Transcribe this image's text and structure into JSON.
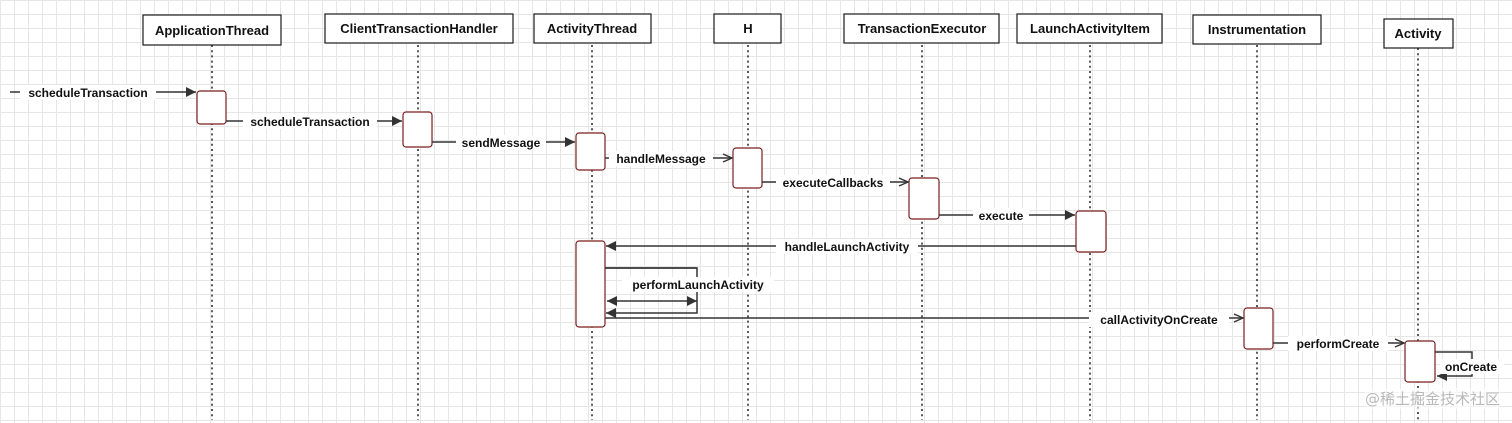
{
  "diagram": {
    "participants": [
      {
        "id": "app",
        "label": "ApplicationThread"
      },
      {
        "id": "cth",
        "label": "ClientTransactionHandler"
      },
      {
        "id": "at",
        "label": "ActivityThread"
      },
      {
        "id": "h",
        "label": "H"
      },
      {
        "id": "te",
        "label": "TransactionExecutor"
      },
      {
        "id": "lai",
        "label": "LaunchActivityItem"
      },
      {
        "id": "ins",
        "label": "Instrumentation"
      },
      {
        "id": "act",
        "label": "Activity"
      }
    ],
    "messages": [
      {
        "id": "m0",
        "label": "scheduleTransaction",
        "from": "external",
        "to": "app"
      },
      {
        "id": "m1",
        "label": "scheduleTransaction",
        "from": "app",
        "to": "cth"
      },
      {
        "id": "m2",
        "label": "sendMessage",
        "from": "cth",
        "to": "at"
      },
      {
        "id": "m3",
        "label": "handleMessage",
        "from": "at",
        "to": "h"
      },
      {
        "id": "m4",
        "label": "executeCallbacks",
        "from": "h",
        "to": "te"
      },
      {
        "id": "m5",
        "label": "execute",
        "from": "te",
        "to": "lai"
      },
      {
        "id": "m6",
        "label": "handleLaunchActivity",
        "from": "lai",
        "to": "at"
      },
      {
        "id": "m7",
        "label": "performLaunchActivity",
        "from": "at",
        "to": "at"
      },
      {
        "id": "m8",
        "label": "callActivityOnCreate",
        "from": "at",
        "to": "ins"
      },
      {
        "id": "m9",
        "label": "performCreate",
        "from": "ins",
        "to": "act"
      },
      {
        "id": "m10",
        "label": "onCreate",
        "from": "act",
        "to": "act"
      }
    ]
  },
  "watermark": "@稀土掘金技术社区",
  "colors": {
    "activation_border": "#7a1f1f",
    "line": "#333333",
    "grid": "#e6e6e6"
  }
}
